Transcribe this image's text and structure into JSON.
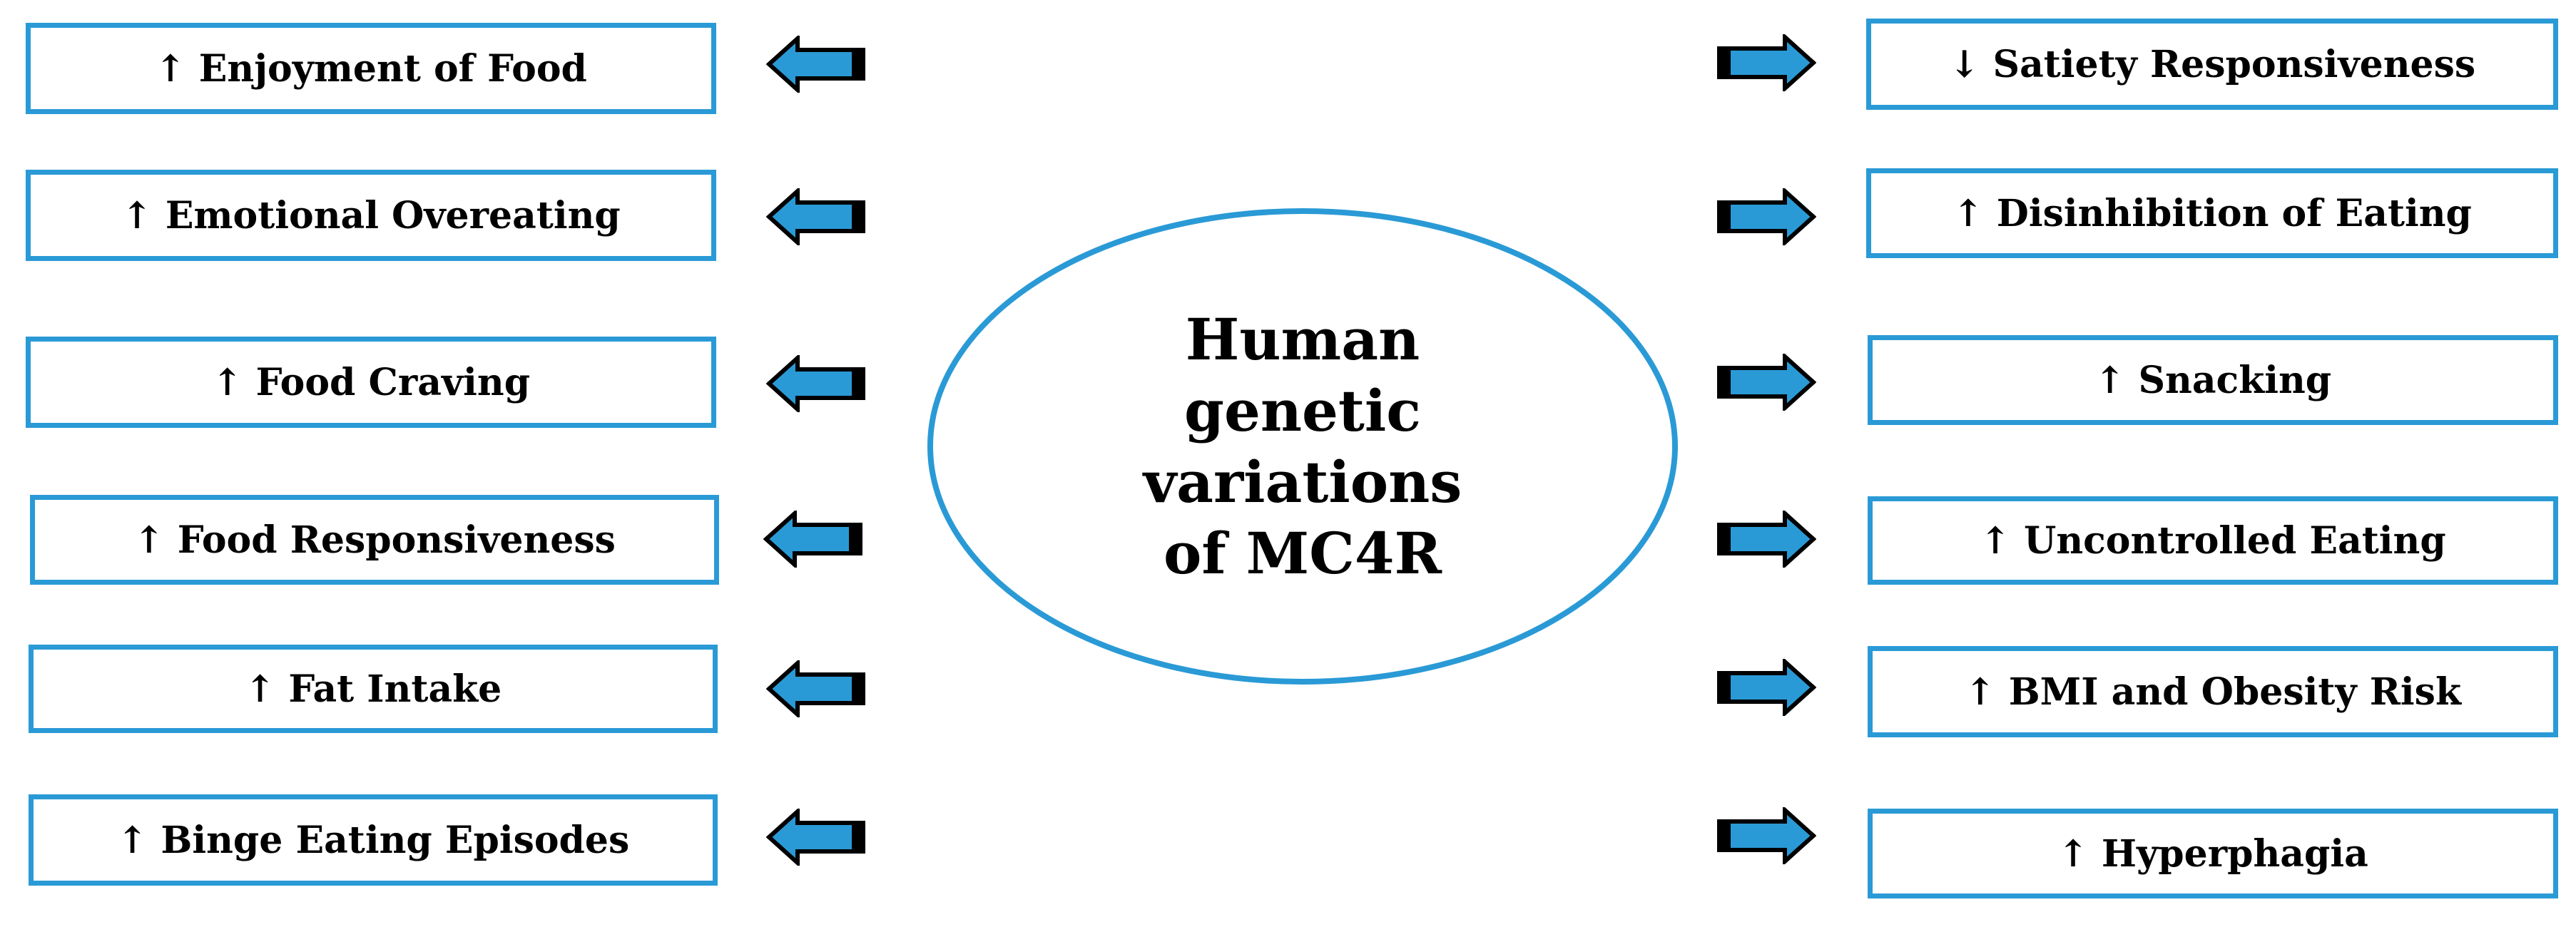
{
  "center": {
    "label": "Human genetic variations of MC4R"
  },
  "left_items": [
    {
      "text": "↑ Enjoyment of Food"
    },
    {
      "text": "↑ Emotional Overeating"
    },
    {
      "text": "↑ Food Craving"
    },
    {
      "text": "↑ Food Responsiveness"
    },
    {
      "text": "↑ Fat Intake"
    },
    {
      "text": "↑ Binge Eating Episodes"
    }
  ],
  "right_items": [
    {
      "text": "↓ Satiety Responsiveness"
    },
    {
      "text": "↑ Disinhibition of Eating"
    },
    {
      "text": "↑ Snacking"
    },
    {
      "text": "↑ Uncontrolled Eating"
    },
    {
      "text": "↑ BMI and Obesity Risk"
    },
    {
      "text": "↑ Hyperphagia"
    }
  ],
  "colors": {
    "border": "#2a9ad6",
    "arrow_fill": "#2a9ad6",
    "arrow_outline": "#000000"
  }
}
